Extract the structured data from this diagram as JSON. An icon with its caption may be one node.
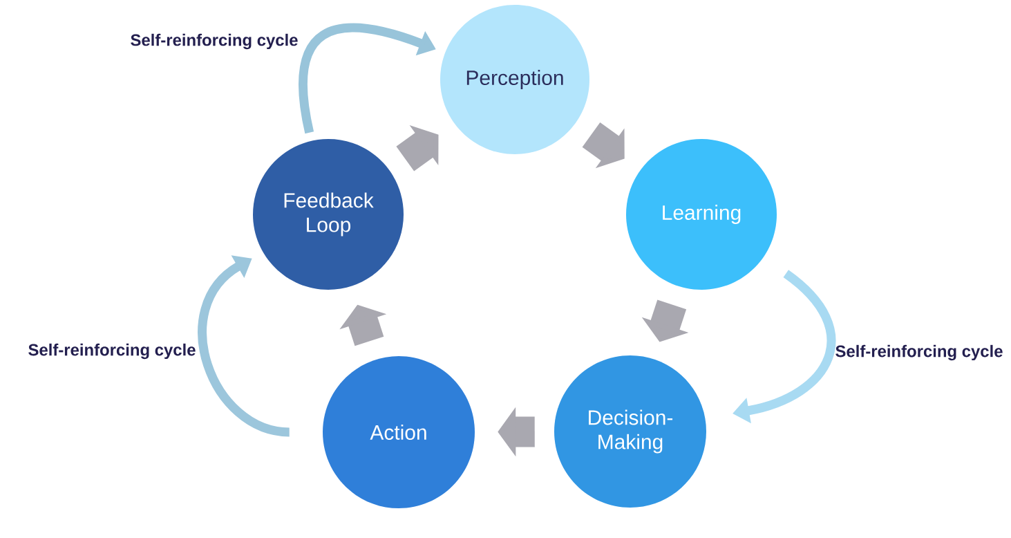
{
  "diagram": {
    "nodes": [
      {
        "text": [
          "Perception"
        ]
      },
      {
        "text": [
          "Learning"
        ]
      },
      {
        "text": [
          "Decision-Making"
        ]
      },
      {
        "text": [
          "Action"
        ]
      },
      {
        "text": [
          "Feedback Loop"
        ]
      }
    ],
    "edges": [
      {
        "from": 0,
        "to": 1,
        "arrow": "to"
      },
      {
        "from": 1,
        "to": 2,
        "arrow": "to"
      },
      {
        "from": 2,
        "to": 3,
        "arrow": "to"
      },
      {
        "from": 3,
        "to": 4,
        "arrow": "to"
      },
      {
        "from": 4,
        "to": 0,
        "arrow": "to"
      },
      {
        "from": 4,
        "to": 0,
        "arrow": "to",
        "color": "#98c4da",
        "label": "Self-reinforcing cycle"
      },
      {
        "from": 3,
        "to": 4,
        "arrow": "to",
        "color": "#9cc6dc",
        "label": "Self-reinforcing cycle"
      },
      {
        "from": 1,
        "to": 2,
        "arrow": "to",
        "color": "#a8daf2",
        "label": "Self-reinforcing cycle"
      }
    ]
  }
}
